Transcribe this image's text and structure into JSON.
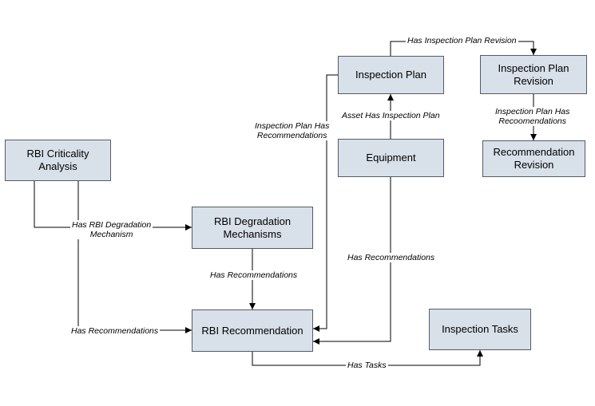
{
  "nodes": {
    "rbi_criticality_analysis": "RBI Criticality\nAnalysis",
    "rbi_degradation_mechanisms": "RBI Degradation\nMechanisms",
    "rbi_recommendation": "RBI Recommendation",
    "inspection_plan": "Inspection Plan",
    "equipment": "Equipment",
    "inspection_plan_revision": "Inspection Plan\nRevision",
    "recommendation_revision": "Recommendation\nRevision",
    "inspection_tasks": "Inspection Tasks"
  },
  "edge_labels": {
    "has_rbi_degradation_mechanism": "Has RBI Degradation\nMechanism",
    "has_recommendations_from_criticality": "Has Recommendations",
    "has_recommendations_from_mechanisms": "Has Recommendations",
    "inspection_plan_has_recommendations": "Inspection Plan Has\nRecommendations",
    "asset_has_inspection_plan": "Asset Has Inspection Plan",
    "has_recommendations_from_equipment": "Has Recommendations",
    "has_inspection_plan_revision": "Has Inspection Plan Revision",
    "inspection_plan_has_recommendations_revision": "Inspection Plan Has\nRecoomendations",
    "has_tasks": "Has Tasks"
  },
  "colors": {
    "node_fill": "#d8e0e9",
    "node_border": "#555b63",
    "edge": "#000000"
  }
}
